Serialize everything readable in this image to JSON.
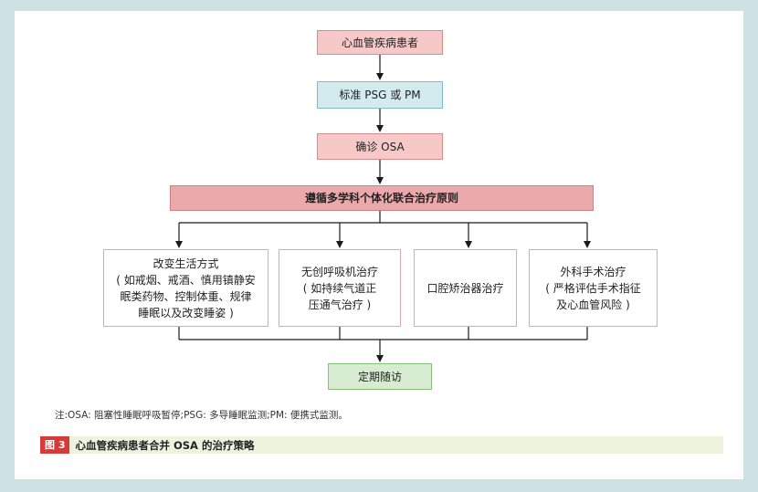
{
  "flow": {
    "step1": "心血管疾病患者",
    "step2": "标准 PSG 或 PM",
    "step3": "确诊 OSA",
    "principle": "遵循多学科个体化联合治疗原则",
    "treatments": [
      {
        "label": "改变生活方式\n( 如戒烟、戒酒、慎用镇静安\n眠类药物、控制体重、规律\n睡眠以及改变睡姿 )"
      },
      {
        "label": "无创呼吸机治疗\n( 如持续气道正\n压通气治疗 )"
      },
      {
        "label": "口腔矫治器治疗"
      },
      {
        "label": "外科手术治疗\n( 严格评估手术指征\n及心血管风险 )"
      }
    ],
    "followup": "定期随访"
  },
  "note": "注:OSA: 阻塞性睡眠呼吸暂停;PSG: 多导睡眠监测;PM: 便携式监测。",
  "caption": {
    "tag": "图 3",
    "text": "心血管疾病患者合并 OSA 的治疗策略"
  },
  "colors": {
    "background": "#cfe2e3",
    "pink_box": "#f6c8c8",
    "blue_box": "#d3ebee",
    "banner": "#eca9ab",
    "green_box": "#d7ecd0",
    "figure_tag": "#d63a3a"
  }
}
